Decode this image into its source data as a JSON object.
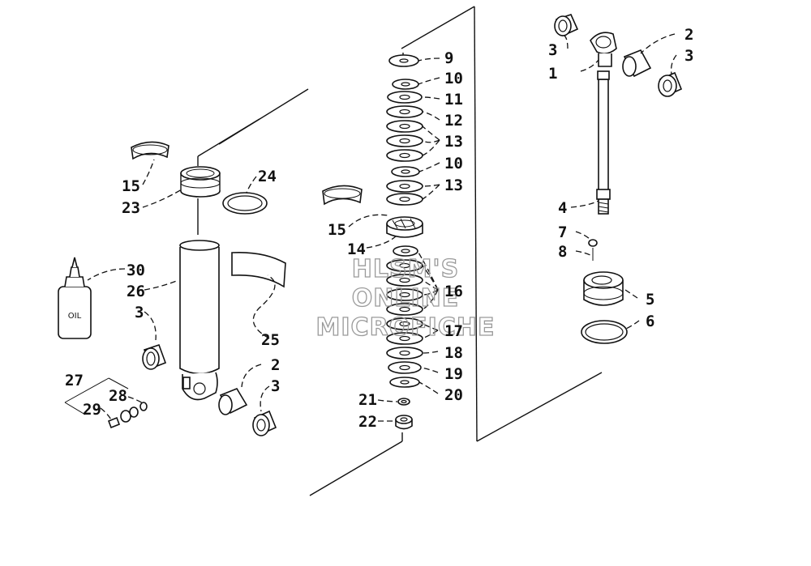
{
  "watermark": {
    "line1": "HLSM'S",
    "line2": "ONLINE",
    "line3": "MICROFICHE"
  },
  "oil_bottle_label": "OIL",
  "callouts": [
    "1",
    "2",
    "3",
    "4",
    "5",
    "6",
    "7",
    "8",
    "9",
    "10",
    "11",
    "12",
    "13",
    "14",
    "15",
    "16",
    "17",
    "18",
    "19",
    "20",
    "21",
    "22",
    "23",
    "24",
    "25",
    "26",
    "27",
    "28",
    "29",
    "30"
  ]
}
